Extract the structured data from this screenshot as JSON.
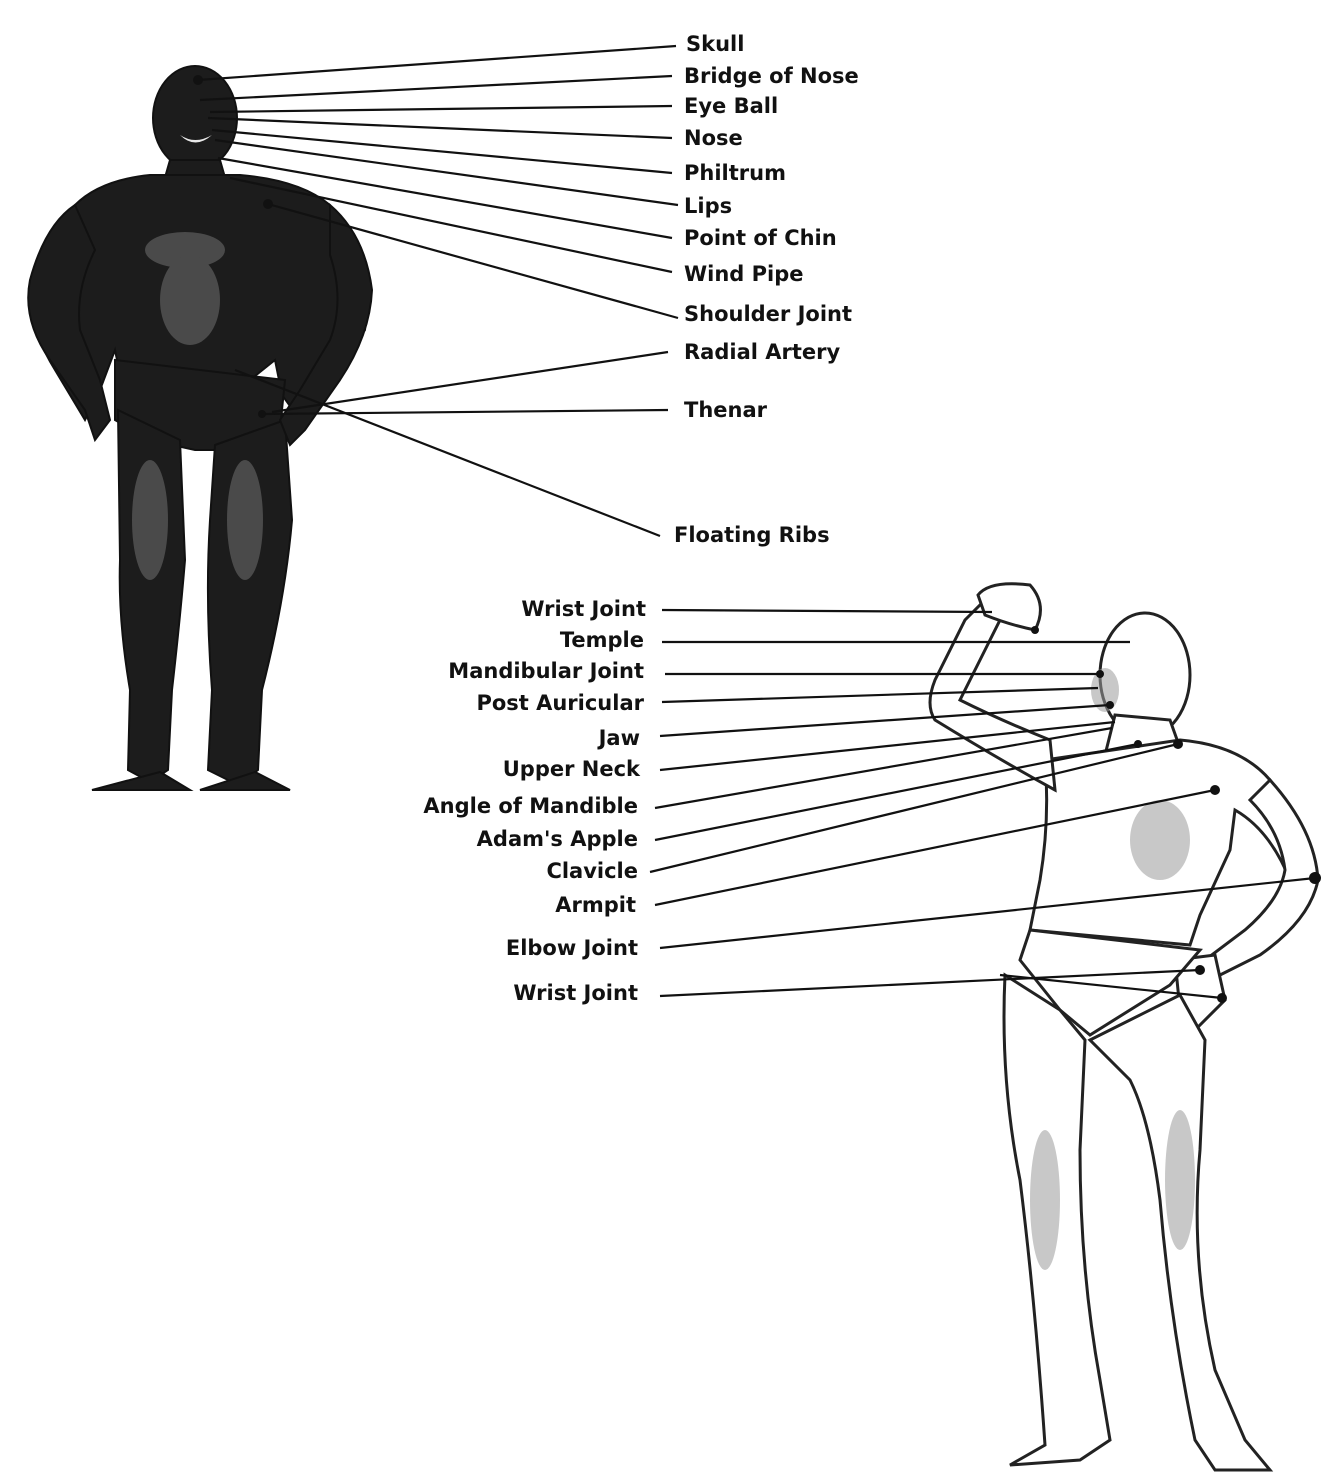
{
  "figure_front": {
    "labels": [
      {
        "key": "skull",
        "text": "Skull"
      },
      {
        "key": "bridge_of_nose",
        "text": "Bridge of Nose"
      },
      {
        "key": "eye_ball",
        "text": "Eye Ball"
      },
      {
        "key": "nose",
        "text": "Nose"
      },
      {
        "key": "philtrum",
        "text": "Philtrum"
      },
      {
        "key": "lips",
        "text": "Lips"
      },
      {
        "key": "point_of_chin",
        "text": "Point of Chin"
      },
      {
        "key": "wind_pipe",
        "text": "Wind Pipe"
      },
      {
        "key": "shoulder_joint",
        "text": "Shoulder Joint"
      },
      {
        "key": "radial_artery",
        "text": "Radial Artery"
      },
      {
        "key": "thenar",
        "text": "Thenar"
      },
      {
        "key": "floating_ribs",
        "text": "Floating Ribs"
      }
    ]
  },
  "figure_side": {
    "labels": [
      {
        "key": "wrist_joint_top",
        "text": "Wrist Joint"
      },
      {
        "key": "temple",
        "text": "Temple"
      },
      {
        "key": "mandibular_joint",
        "text": "Mandibular Joint"
      },
      {
        "key": "post_auricular",
        "text": "Post Auricular"
      },
      {
        "key": "jaw",
        "text": "Jaw"
      },
      {
        "key": "upper_neck",
        "text": "Upper Neck"
      },
      {
        "key": "angle_of_mandible",
        "text": "Angle of Mandible"
      },
      {
        "key": "adams_apple",
        "text": "Adam's Apple"
      },
      {
        "key": "clavicle",
        "text": "Clavicle"
      },
      {
        "key": "armpit",
        "text": "Armpit"
      },
      {
        "key": "elbow_joint",
        "text": "Elbow Joint"
      },
      {
        "key": "wrist_joint_bottom",
        "text": "Wrist Joint"
      }
    ]
  },
  "colors": {
    "ink": "#111111",
    "figure_dark": "#1c1c1c",
    "figure_mid": "#4a4a4a",
    "figure_light": "#e9e9e9"
  }
}
